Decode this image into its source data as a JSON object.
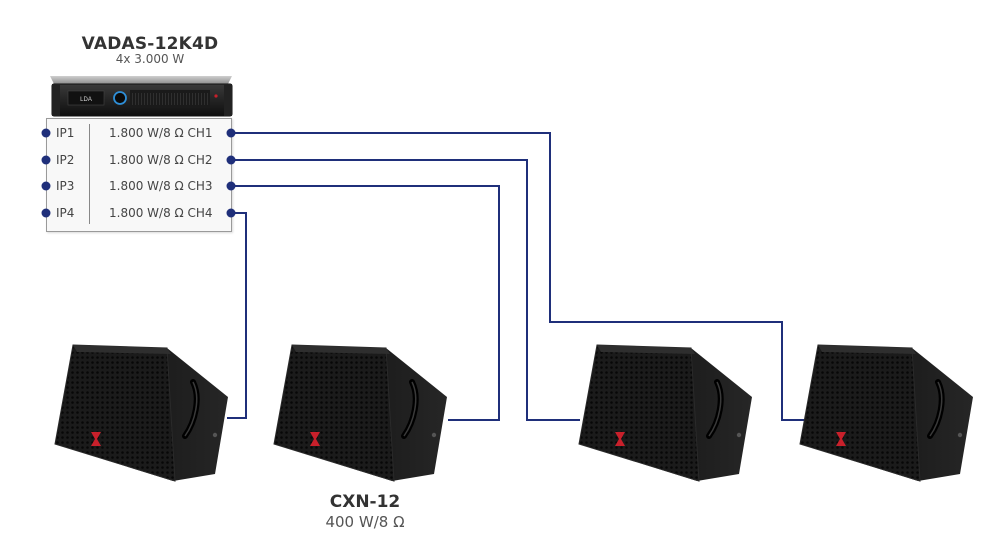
{
  "amplifier": {
    "model": "VADAS-12K4D",
    "power": "4x 3.000 W",
    "front_logo": "LDA"
  },
  "channels": [
    {
      "input": "IP1",
      "output": "1.800 W/8 Ω CH1"
    },
    {
      "input": "IP2",
      "output": "1.800 W/8 Ω CH2"
    },
    {
      "input": "IP3",
      "output": "1.800 W/8 Ω CH3"
    },
    {
      "input": "IP4",
      "output": "1.800 W/8 Ω CH4"
    }
  ],
  "speaker": {
    "model": "CXN-12",
    "rating": "400 W/8 Ω",
    "count": 4
  },
  "colors": {
    "cable": "#1f2f7a",
    "speaker_body": "#141414",
    "accent_red": "#c8202b"
  }
}
